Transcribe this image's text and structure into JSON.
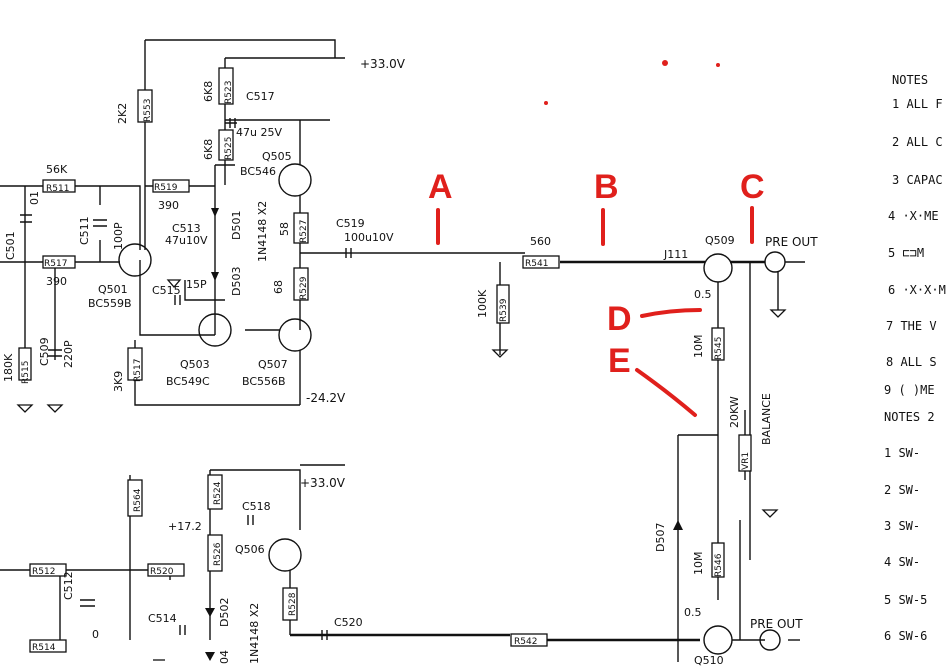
{
  "colors": {
    "ink": "#111111",
    "annotation": "#e0201c",
    "paper": "#ffffff"
  },
  "annotations": [
    "A",
    "B",
    "C",
    "D",
    "E"
  ],
  "components": [
    "56K",
    "R511",
    "01",
    "C501",
    "C511",
    "100P",
    "R519",
    "390",
    "R517",
    "390",
    "Q501",
    "BC559B",
    "180K",
    "R515",
    "C509",
    "220P",
    "3K9",
    "R517",
    "2K2",
    "R553",
    "6K8",
    "R523",
    "C517",
    "47u 25V",
    "6K8",
    "R525",
    "Q505",
    "BC546",
    "C513",
    "47u10V",
    "15P",
    "C515",
    "D501",
    "1N4148 X2",
    "D503",
    "58",
    "R527",
    "68",
    "R529",
    "Q503",
    "BC549C",
    "Q507",
    "BC556B",
    "C519",
    "100u10V",
    "100K",
    "R539",
    "560",
    "R541",
    "J111",
    "Q509",
    "0.5",
    "10M",
    "R545",
    "20KW",
    "VR1",
    "BALANCE",
    "D507",
    "10M",
    "R546",
    "0.5",
    "Q510",
    "R542",
    "C520",
    "R564",
    "R524",
    "C518",
    "Q506",
    "R526",
    "D502",
    "1N4148 X2",
    "R528",
    "R512",
    "R520",
    "C512",
    "0",
    "C514",
    "R514",
    "04",
    "+17.2"
  ],
  "rails": {
    "pos_top": "+33.0V",
    "neg": "-24.2V",
    "pos_bottom": "+33.0V"
  },
  "outputs": {
    "pre_out_top": "PRE OUT",
    "pre_out_bottom": "PRE OUT"
  },
  "notes": {
    "title": "NOTES",
    "items": [
      "1 ALL F",
      "2 ALL C",
      "3 CAPAC",
      "4 ·X·ME",
      "5 ⊏⊐M",
      "6 ·X·X·M",
      "7 THE V",
      "8 ALL S",
      "9 ( )ME"
    ],
    "title2": "NOTES 2",
    "sw": [
      "1  SW-",
      "2  SW-",
      "3  SW-",
      "4  SW-",
      "5  SW-5",
      "6  SW-6"
    ]
  }
}
